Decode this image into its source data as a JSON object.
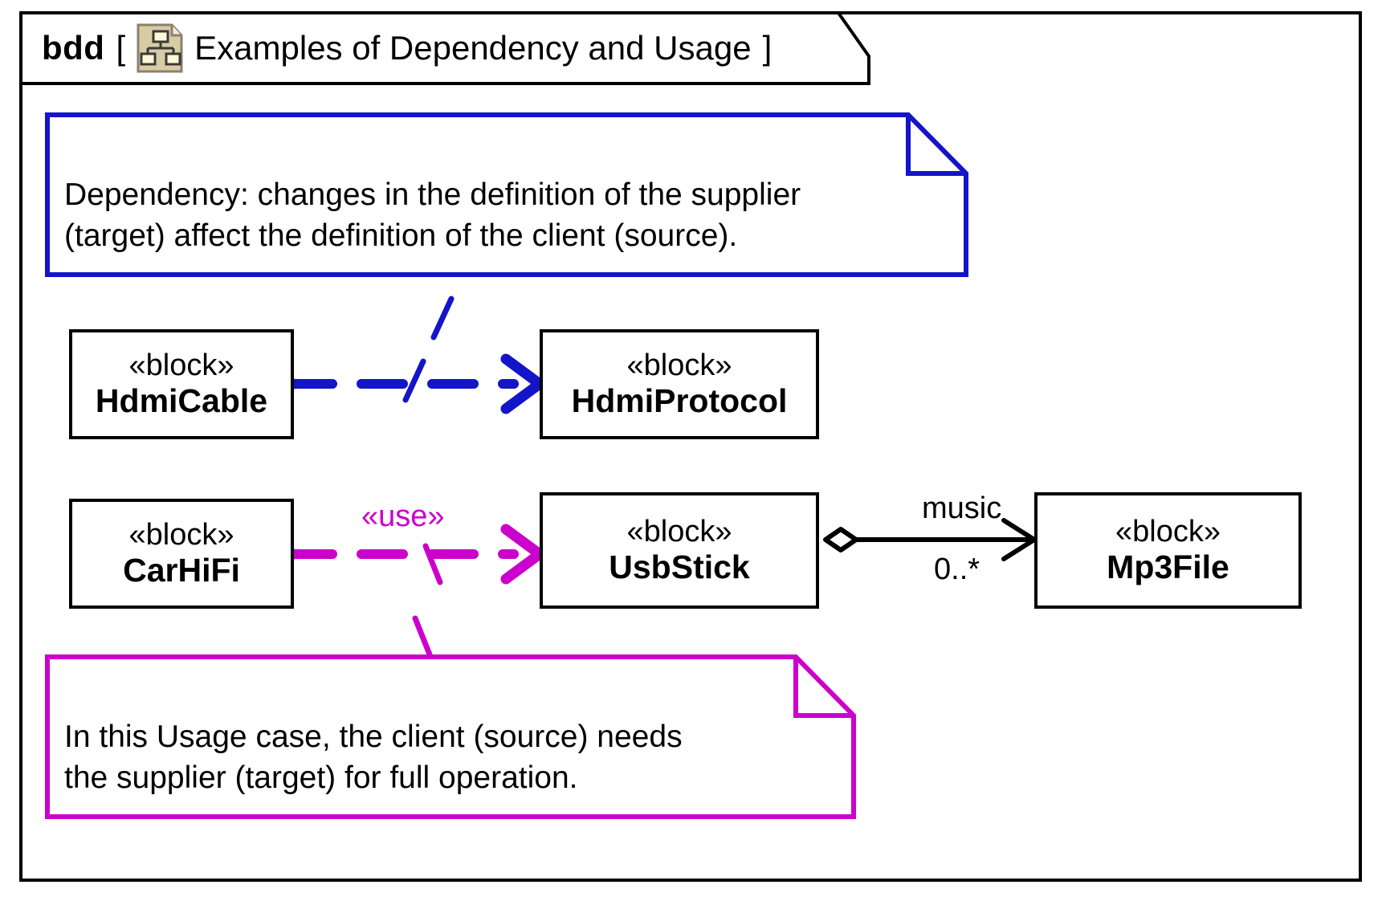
{
  "frame": {
    "keyword": "bdd",
    "bracket_open": "[",
    "bracket_close": "]",
    "title": "Examples of Dependency and Usage",
    "icon_name": "bdd-diagram-icon",
    "icon_fill": "#d9cca4",
    "icon_border": "#8a8070"
  },
  "notes": {
    "dependency": {
      "text": "Dependency: changes in the definition of the supplier\n(target) affect the definition of the client (source).",
      "color": "#1414c8"
    },
    "usage": {
      "text": "In this Usage case, the client (source) needs\nthe supplier (target) for full operation.",
      "color": "#cc00cc"
    }
  },
  "blocks": [
    {
      "id": "hdmicable",
      "stereotype": "«block»",
      "name": "HdmiCable"
    },
    {
      "id": "hdmiprotocol",
      "stereotype": "«block»",
      "name": "HdmiProtocol"
    },
    {
      "id": "carhifi",
      "stereotype": "«block»",
      "name": "CarHiFi"
    },
    {
      "id": "usbstick",
      "stereotype": "«block»",
      "name": "UsbStick"
    },
    {
      "id": "mp3file",
      "stereotype": "«block»",
      "name": "Mp3File"
    }
  ],
  "relationships": {
    "dependency": {
      "from": "HdmiCable",
      "to": "HdmiProtocol",
      "style": "dashed-open-arrow",
      "color": "#1414c8",
      "label": ""
    },
    "usage": {
      "from": "CarHiFi",
      "to": "UsbStick",
      "style": "dashed-open-arrow",
      "color": "#cc00cc",
      "label": "«use»"
    },
    "association": {
      "from": "UsbStick",
      "to": "Mp3File",
      "style": "shared-aggregation-open-arrow",
      "color": "#000000",
      "role_label": "music",
      "multiplicity": "0..*"
    }
  },
  "colors": {
    "black": "#000000",
    "blue": "#1414c8",
    "magenta": "#cc00cc",
    "white": "#ffffff"
  }
}
